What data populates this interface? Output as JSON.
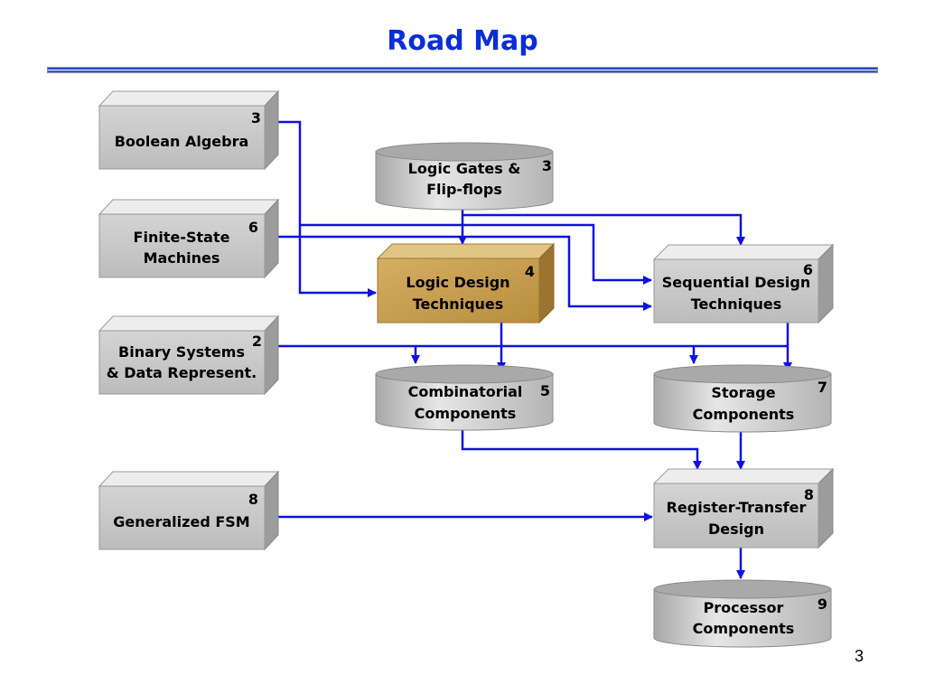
{
  "title": "Road Map",
  "page_number": "3",
  "colors": {
    "title": "#0a2ed6",
    "arrows": "#1010e0",
    "box": "#c8c8c8",
    "highlight": "#c8a050"
  },
  "nodes": {
    "boolean_algebra": {
      "lines": [
        "Boolean Algebra"
      ],
      "num": "3"
    },
    "finite_state_machines": {
      "lines": [
        "Finite-State",
        "Machines"
      ],
      "num": "6"
    },
    "binary_systems": {
      "lines": [
        "Binary Systems",
        "& Data Represent."
      ],
      "num": "2"
    },
    "generalized_fsm": {
      "lines": [
        "Generalized FSM"
      ],
      "num": "8"
    },
    "logic_gates": {
      "lines": [
        "Logic Gates &",
        "Flip-flops"
      ],
      "num": "3"
    },
    "logic_design": {
      "lines": [
        "Logic Design",
        "Techniques"
      ],
      "num": "4"
    },
    "sequential_design": {
      "lines": [
        "Sequential Design",
        "Techniques"
      ],
      "num": "6"
    },
    "combinatorial": {
      "lines": [
        "Combinatorial",
        "Components"
      ],
      "num": "5"
    },
    "storage": {
      "lines": [
        "Storage",
        "Components"
      ],
      "num": "7"
    },
    "register_transfer": {
      "lines": [
        "Register-Transfer",
        "Design"
      ],
      "num": "8"
    },
    "processor": {
      "lines": [
        "Processor",
        "Components"
      ],
      "num": "9"
    }
  }
}
